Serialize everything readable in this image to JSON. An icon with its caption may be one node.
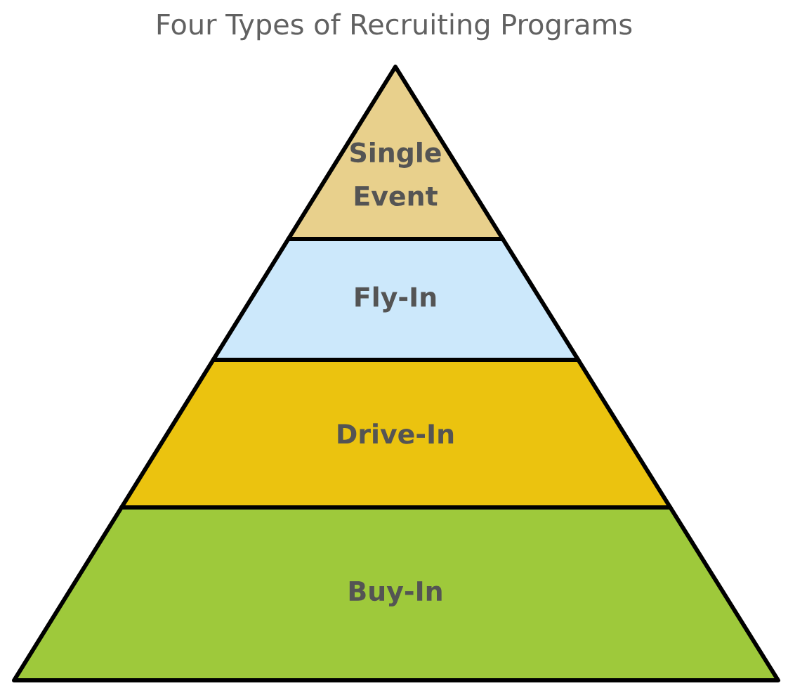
{
  "diagram": {
    "title": "Four Types of Recruiting Programs",
    "nodes": [
      {
        "text": [
          "Single Event"
        ]
      },
      {
        "text": [
          "Fly-In"
        ]
      },
      {
        "text": [
          "Drive-In"
        ]
      },
      {
        "text": [
          "Buy-In"
        ]
      }
    ]
  }
}
